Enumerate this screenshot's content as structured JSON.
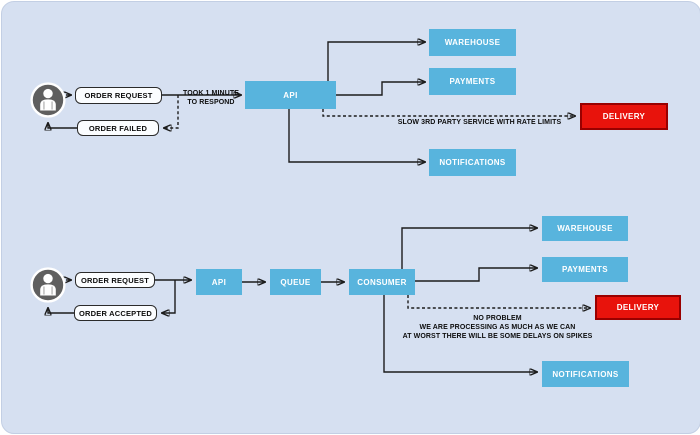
{
  "sync_flow": {
    "order_request": "ORDER REQUEST",
    "order_failed": "ORDER FAILED",
    "api": "API",
    "warehouse": "WAREHOUSE",
    "payments": "PAYMENTS",
    "delivery": "DELIVERY",
    "notifications": "NOTIFICATIONS",
    "took_note": {
      "line1": "TOOK 1 MINUTE",
      "line2": "TO RESPOND"
    },
    "slow_note": "SLOW 3RD PARTY SERVICE WITH RATE LIMITS"
  },
  "queue_flow": {
    "order_request": "ORDER REQUEST",
    "order_accepted": "ORDER ACCEPTED",
    "api": "API",
    "queue": "QUEUE",
    "consumer": "CONSUMER",
    "warehouse": "WAREHOUSE",
    "payments": "PAYMENTS",
    "delivery": "DELIVERY",
    "notifications": "NOTIFICATIONS",
    "note": {
      "line1": "NO PROBLEM",
      "line2": "WE ARE PROCESSING AS MUCH AS WE CAN",
      "line3": "AT WORST THERE WILL BE SOME DELAYS ON SPIKES"
    }
  },
  "colors": {
    "background": "#d6e0f1",
    "service_fill": "#58b4dd",
    "service_text": "#ffffff",
    "delivery_fill": "#e8130c",
    "delivery_border": "#990000",
    "message_fill": "#fbfdff",
    "connector": "#1c1c1c"
  }
}
